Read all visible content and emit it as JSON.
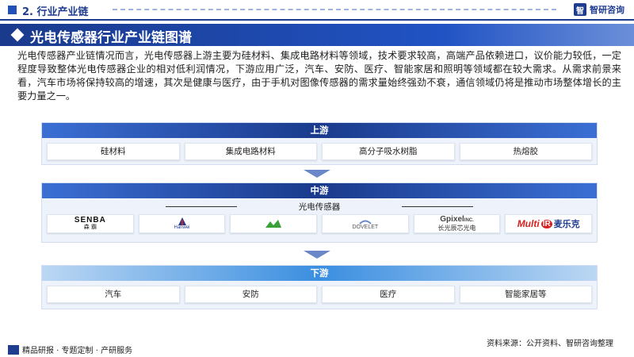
{
  "header": {
    "section": "2. 行业产业链",
    "brand": "智研咨询",
    "brand_mark": "智"
  },
  "title": "光电传感器行业产业链图谱",
  "intro": "光电传感器产业链情况而言，光电传感器上游主要为硅材料、集成电路材料等领域，技术要求较高，高端产品依赖进口，议价能力较低，一定程度导致整体光电传感器企业的相对低利润情况，下游应用广泛，汽车、安防、医疗、智能家居和照明等领域都在较大需求。从需求前景来看，汽车市场将保持较高的增速，其次是健康与医疗，由于手机对图像传感器的需求量始终强劲不衰，通信领域仍将是推动市场整体增长的主要力量之一。",
  "upstream": {
    "label": "上游",
    "items": [
      "硅材料",
      "集成电路材料",
      "高分子吸水树脂",
      "热熔胶"
    ]
  },
  "midstream": {
    "label": "中游",
    "sub_label": "光电传感器",
    "logos": [
      {
        "name": "SENBA",
        "sub": "森 霸"
      },
      {
        "name": "Hanwei",
        "sub": ""
      },
      {
        "name": "",
        "sub": ""
      },
      {
        "name": "DOVELET",
        "sub": ""
      },
      {
        "name": "Gpixel",
        "inc": "INC.",
        "sub": "长光辰芯光电"
      },
      {
        "name": "Multi",
        "ir": "IR",
        "sub": "麦乐克"
      }
    ]
  },
  "downstream": {
    "label": "下游",
    "items": [
      "汽车",
      "安防",
      "医疗",
      "智能家居等"
    ]
  },
  "footer": {
    "tagline": "精品研报 · 专题定制 · 产研服务",
    "source": "资料来源：公开资料、智研咨询整理"
  },
  "colors": {
    "primary": "#1f3d8f",
    "accent": "#2153c4",
    "light_bar": "#3a8ee0",
    "panel_bg": "#eef3fb",
    "multi_red": "#d62020"
  }
}
